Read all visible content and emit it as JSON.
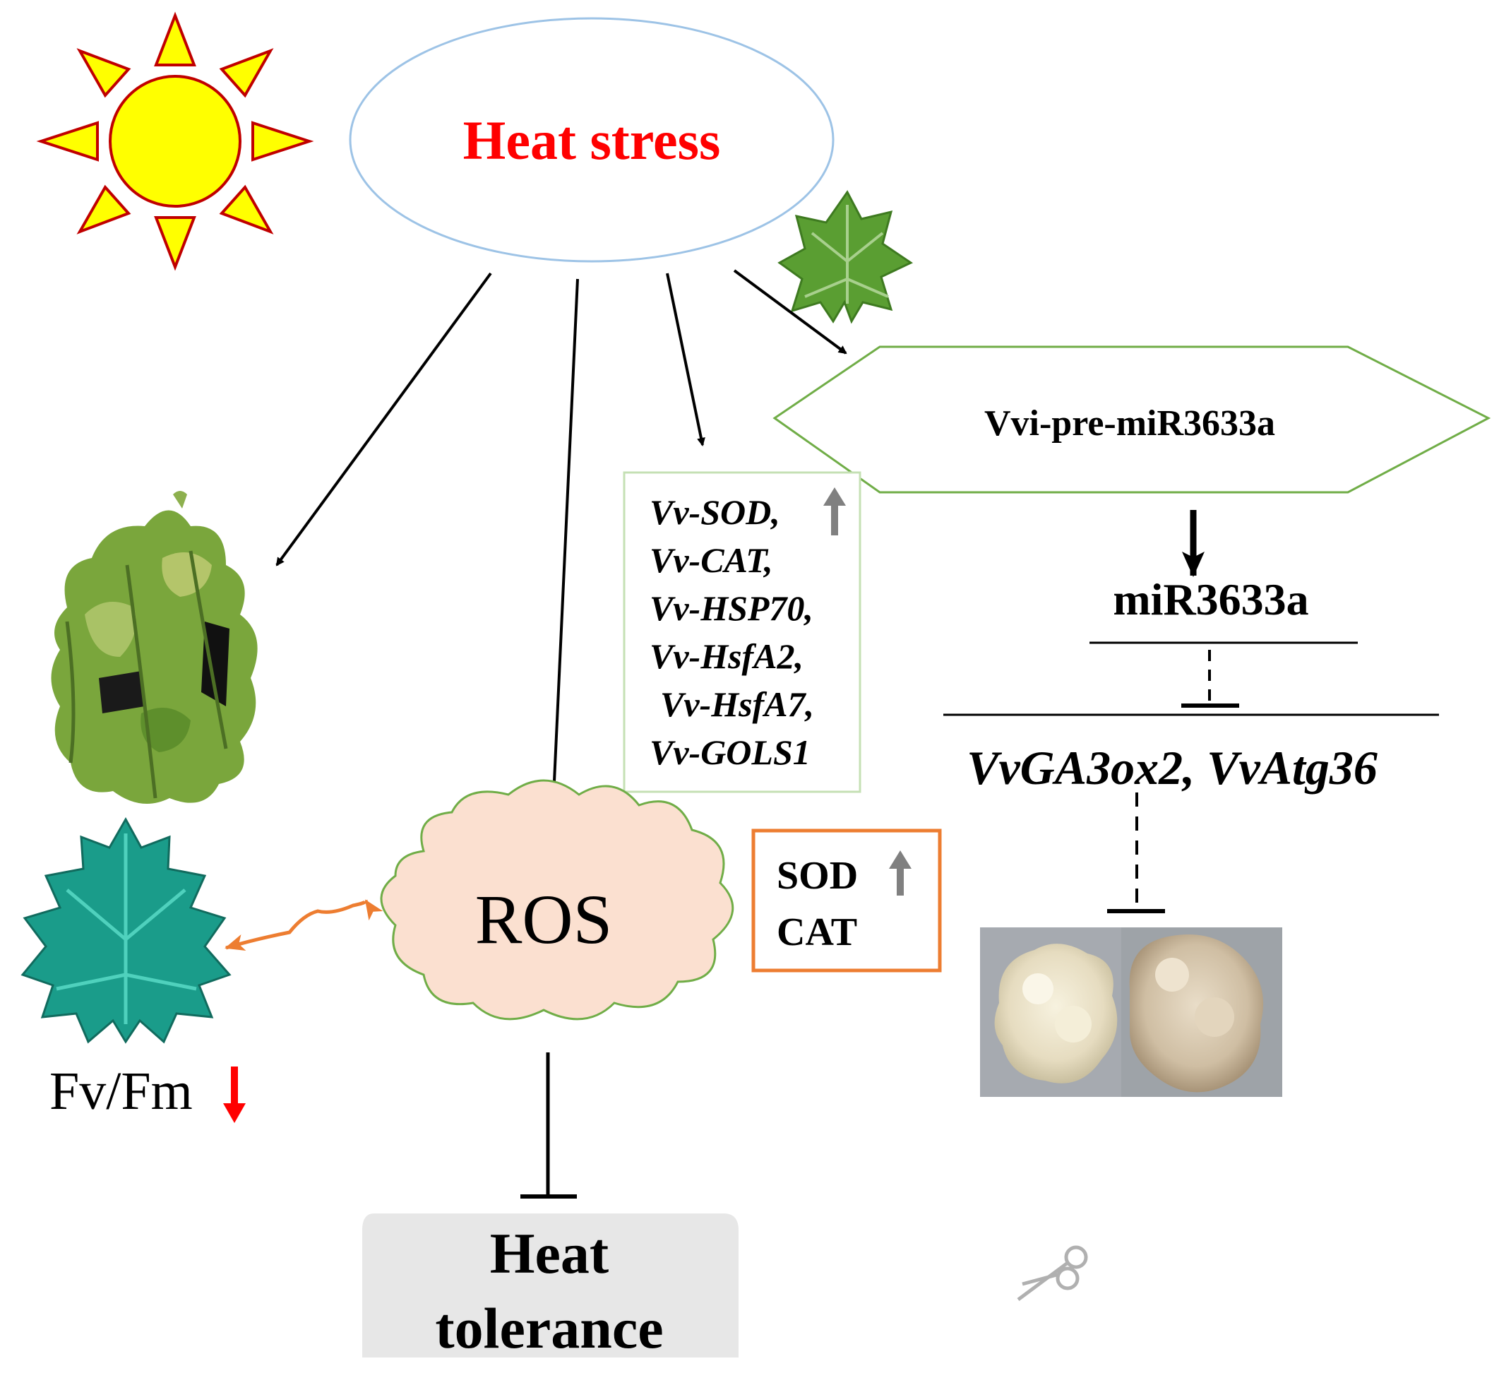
{
  "nodes": {
    "heat_stress": "Heat stress",
    "pre_mirna": "Vvi-pre-miR3633a",
    "mirna": "miR3633a",
    "targets": "VvGA3ox2, VvAtg36",
    "ros": "ROS",
    "heat_tolerance_line1": "Heat",
    "heat_tolerance_line2": "tolerance",
    "fvfm": "Fv/Fm"
  },
  "gene_box": {
    "items": [
      "Vv-SOD,",
      "Vv-CAT,",
      "Vv-HSP70,",
      "Vv-HsfA2,",
      "Vv-HsfA7,",
      "Vv-GOLS1"
    ]
  },
  "enzyme_box": {
    "items": [
      "SOD",
      "CAT"
    ]
  },
  "colors": {
    "heat_text": "#ff0000",
    "ellipse_stroke": "#9dc3e6",
    "hexagon_stroke": "#70ad47",
    "cloud_fill": "#fbe0d0",
    "cloud_stroke": "#70ad47",
    "gene_box_stroke": "#c5e0b4",
    "enzyme_box_stroke": "#ed7d31",
    "up_arrow": "#808080",
    "down_arrow": "#ff0000",
    "sun_fill": "#ffff00",
    "sun_stroke": "#c00000",
    "double_arrow": "#ed7d31",
    "tolerance_fill": "#e7e7e7"
  },
  "icons": [
    "sun-icon",
    "grape-leaf-icon",
    "plant-photo",
    "teal-leaf-image",
    "callus-photo",
    "scissors-icon"
  ]
}
